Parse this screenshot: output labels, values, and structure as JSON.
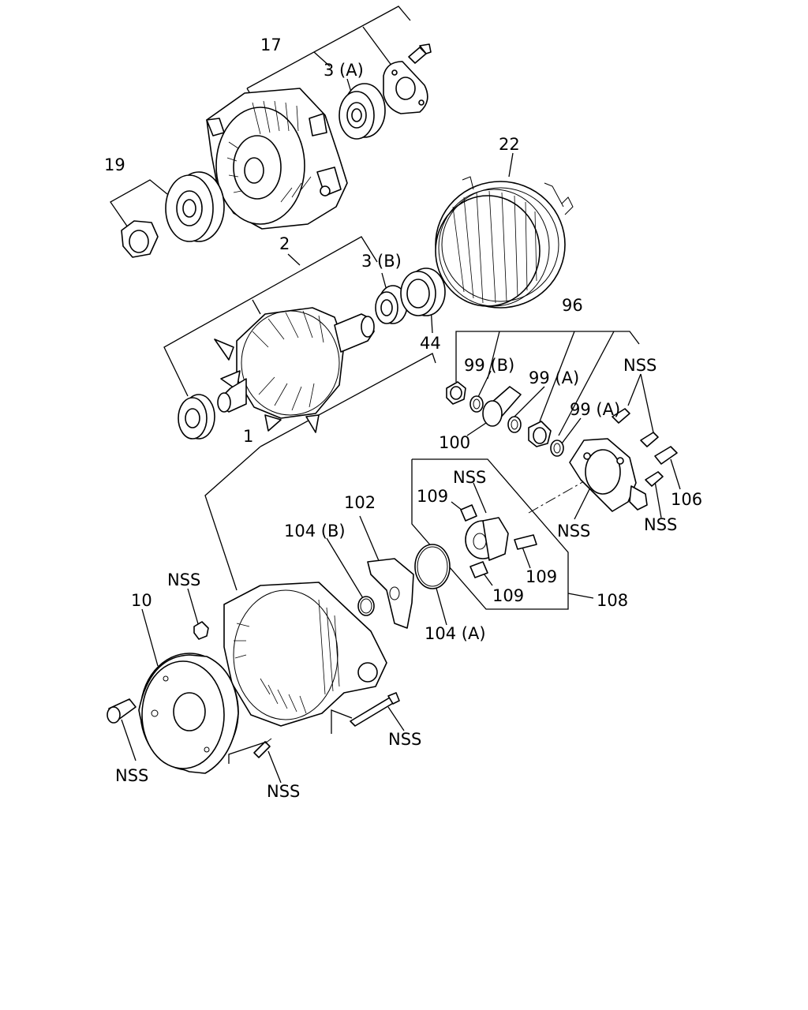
{
  "labels": {
    "l17": "17",
    "l3a": "3 (A)",
    "l19": "19",
    "l22": "22",
    "l2": "2",
    "l3b": "3 (B)",
    "l44": "44",
    "l96": "96",
    "l99b": "99 (B)",
    "l99a_1": "99 (A)",
    "l99a_2": "99 (A)",
    "l_nss_tr": "NSS",
    "l1": "1",
    "l100": "100",
    "l106": "106",
    "l_nss_r": "NSS",
    "l_nss_sr": "NSS",
    "l_nss_brush": "NSS",
    "l109_1": "109",
    "l109_2": "109",
    "l109_3": "109",
    "l102": "102",
    "l104b": "104 (B)",
    "l104a": "104 (A)",
    "l108": "108",
    "l_nss_nut": "NSS",
    "l10": "10",
    "l_nss_bl": "NSS",
    "l_nss_b": "NSS",
    "l_nss_bolt": "NSS"
  }
}
